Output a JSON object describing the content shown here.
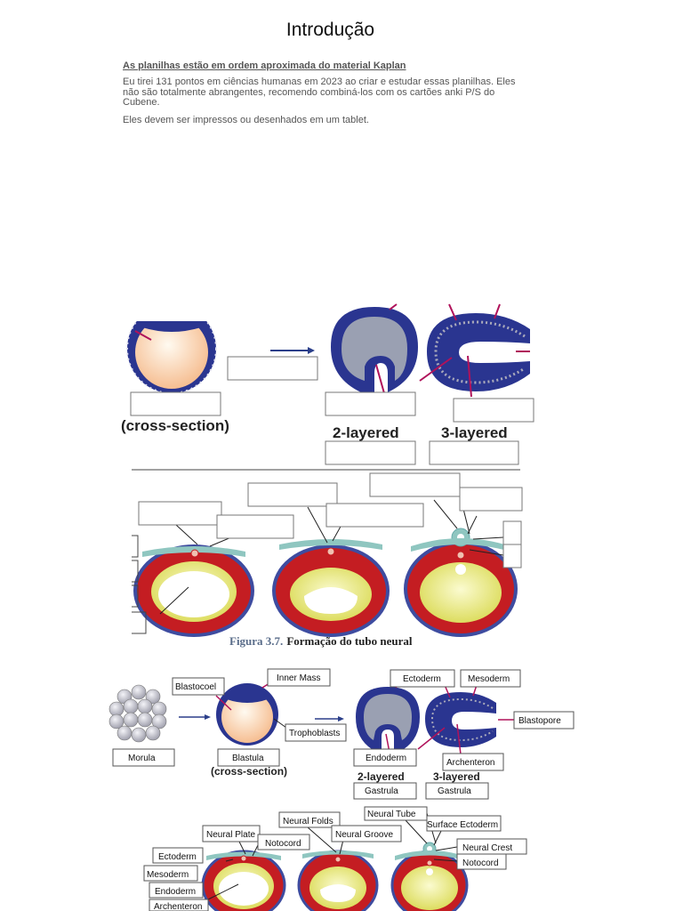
{
  "document": {
    "title": "Introdução",
    "subheading": "As planilhas estão em ordem aproximada do material Kaplan",
    "paragraph1": "Eu tirei 131 pontos em ciências humanas em 2023 ao criar e estudar essas planilhas. Eles não são totalmente abrangentes, recomendo combiná-los com os cartões anki P/S do Cubene.",
    "paragraph2": "Eles devem ser impressos ou desenhados em um tablet."
  },
  "worksheet": {
    "cross_section": "(cross-section)",
    "two_layered": "2-layered",
    "three_layered": "3-layered",
    "figure_label": "Figura 3.7.",
    "figure_title": "Formação do tubo neural"
  },
  "answers": {
    "inner_mass": "Inner Mass",
    "blastocoel": "Blastocoel",
    "trophoblasts": "Trophoblasts",
    "morula": "Morula",
    "blastula": "Blastula",
    "cross_section": "(cross-section)",
    "ectoderm_top": "Ectoderm",
    "mesoderm_top": "Mesoderm",
    "blastopore": "Blastopore",
    "endoderm_top": "Endoderm",
    "archenteron_top": "Archenteron",
    "two_layered": "2-layered",
    "three_layered": "3-layered",
    "gastrula_1": "Gastrula",
    "gastrula_2": "Gastrula",
    "neural_tube": "Neural Tube",
    "neural_folds": "Neural Folds",
    "surface_ectoderm": "Surface Ectoderm",
    "neural_plate": "Neural Plate",
    "notocord_1": "Notocord",
    "neural_groove": "Neural Groove",
    "neural_crest": "Neural Crest",
    "notocord_2": "Notocord",
    "ectoderm": "Ectoderm",
    "mesoderm": "Mesoderm",
    "endoderm": "Endoderm",
    "archenteron": "Archenteron"
  }
}
